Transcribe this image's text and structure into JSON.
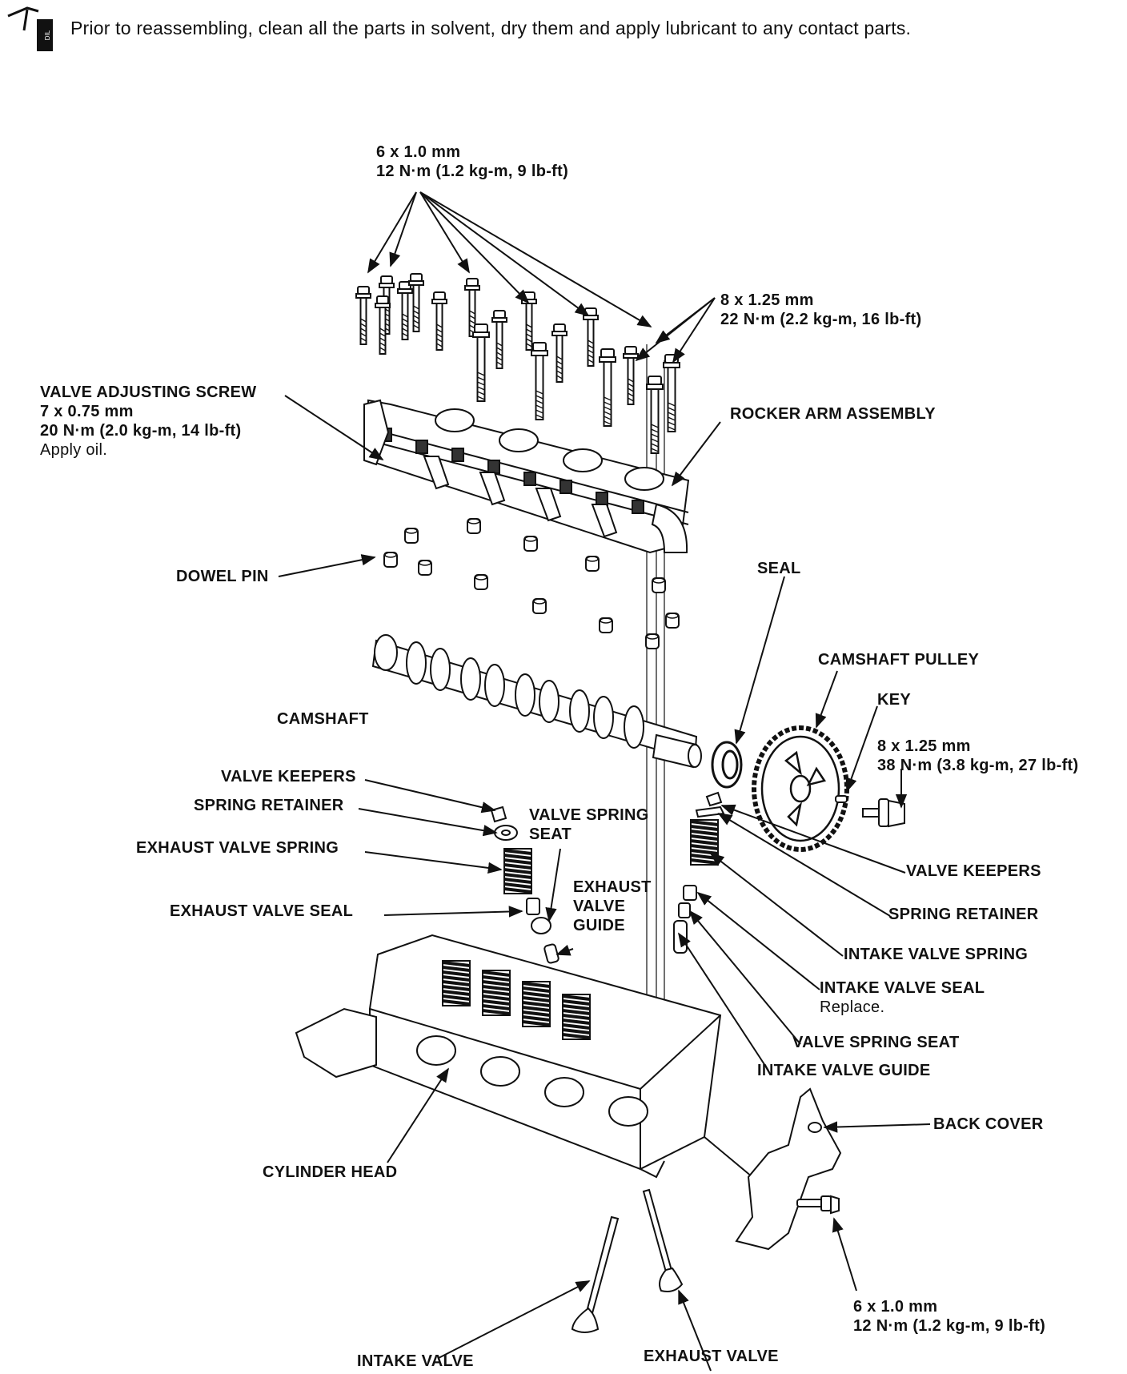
{
  "note": {
    "icon": "manual-note-icon",
    "text": "Prior to reassembling, clean all the parts in solvent, dry them and apply lubricant to any contact parts."
  },
  "labels": {
    "bolts_small": {
      "l1": "6 x 1.0 mm",
      "l2": "12 N·m (1.2 kg-m, 9 lb-ft)"
    },
    "bolts_large": {
      "l1": "8 x 1.25 mm",
      "l2": "22 N·m (2.2 kg-m, 16 lb-ft)"
    },
    "valve_adjusting_screw": {
      "l1": "VALVE ADJUSTING SCREW",
      "l2": "7 x 0.75 mm",
      "l3": "20 N·m (2.0 kg-m, 14 lb-ft)",
      "l4": "Apply oil."
    },
    "rocker_arm_assembly": "ROCKER ARM ASSEMBLY",
    "dowel_pin": "DOWEL PIN",
    "seal": "SEAL",
    "camshaft_pulley": "CAMSHAFT PULLEY",
    "key": "KEY",
    "pulley_bolt": {
      "l1": "8 x 1.25 mm",
      "l2": "38 N·m (3.8 kg-m, 27 lb-ft)"
    },
    "camshaft": "CAMSHAFT",
    "valve_keepers_left": "VALVE KEEPERS",
    "spring_retainer_left": "SPRING RETAINER",
    "exhaust_valve_spring": "EXHAUST VALVE SPRING",
    "exhaust_valve_seal": "EXHAUST VALVE SEAL",
    "valve_spring_seat_top": {
      "l1": "VALVE SPRING",
      "l2": "SEAT"
    },
    "exhaust_valve_guide": {
      "l1": "EXHAUST",
      "l2": "VALVE",
      "l3": "GUIDE"
    },
    "valve_keepers_right": "VALVE KEEPERS",
    "spring_retainer_right": "SPRING RETAINER",
    "intake_valve_spring": "INTAKE VALVE SPRING",
    "intake_valve_seal": {
      "l1": "INTAKE VALVE SEAL",
      "l2": "Replace."
    },
    "valve_spring_seat_right": "VALVE SPRING SEAT",
    "intake_valve_guide": "INTAKE VALVE GUIDE",
    "back_cover": "BACK COVER",
    "cylinder_head": "CYLINDER HEAD",
    "cover_bolt": {
      "l1": "6 x 1.0 mm",
      "l2": "12 N·m (1.2 kg-m, 9 lb-ft)"
    },
    "intake_valve": "INTAKE VALVE",
    "exhaust_valve": "EXHAUST VALVE"
  }
}
